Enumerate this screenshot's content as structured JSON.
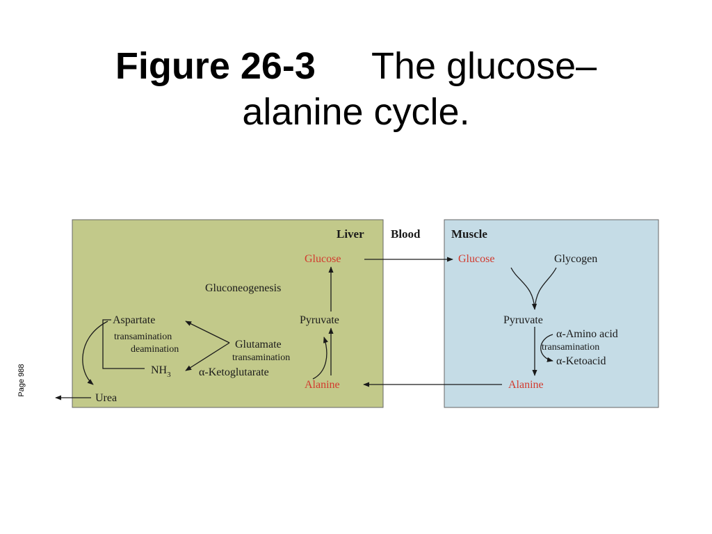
{
  "title": {
    "figure_label": "Figure 26-3",
    "caption_line1": "The glucose–",
    "caption_line2": "alanine cycle."
  },
  "page_note": "Page 988",
  "colors": {
    "liver_panel": "#c2c98a",
    "muscle_panel": "#c5dce6",
    "highlight": "#d23a2e"
  },
  "compartments": {
    "liver": "Liver",
    "blood": "Blood",
    "muscle": "Muscle"
  },
  "liver": {
    "glucose": "Glucose",
    "gluconeogenesis": "Gluconeogenesis",
    "pyruvate": "Pyruvate",
    "aspartate": "Aspartate",
    "transamination_1": "transamination",
    "deamination": "deamination",
    "glutamate": "Glutamate",
    "transamination_2": "transamination",
    "nh3": "NH",
    "nh3_sub": "3",
    "alpha_ketoglutarate": "α-Ketoglutarate",
    "alanine": "Alanine",
    "urea": "Urea"
  },
  "muscle": {
    "glucose": "Glucose",
    "glycogen": "Glycogen",
    "pyruvate": "Pyruvate",
    "alpha_amino_acid": "α-Amino acid",
    "transamination": "transamination",
    "alpha_ketoacid": "α-Ketoacid",
    "alanine": "Alanine"
  }
}
